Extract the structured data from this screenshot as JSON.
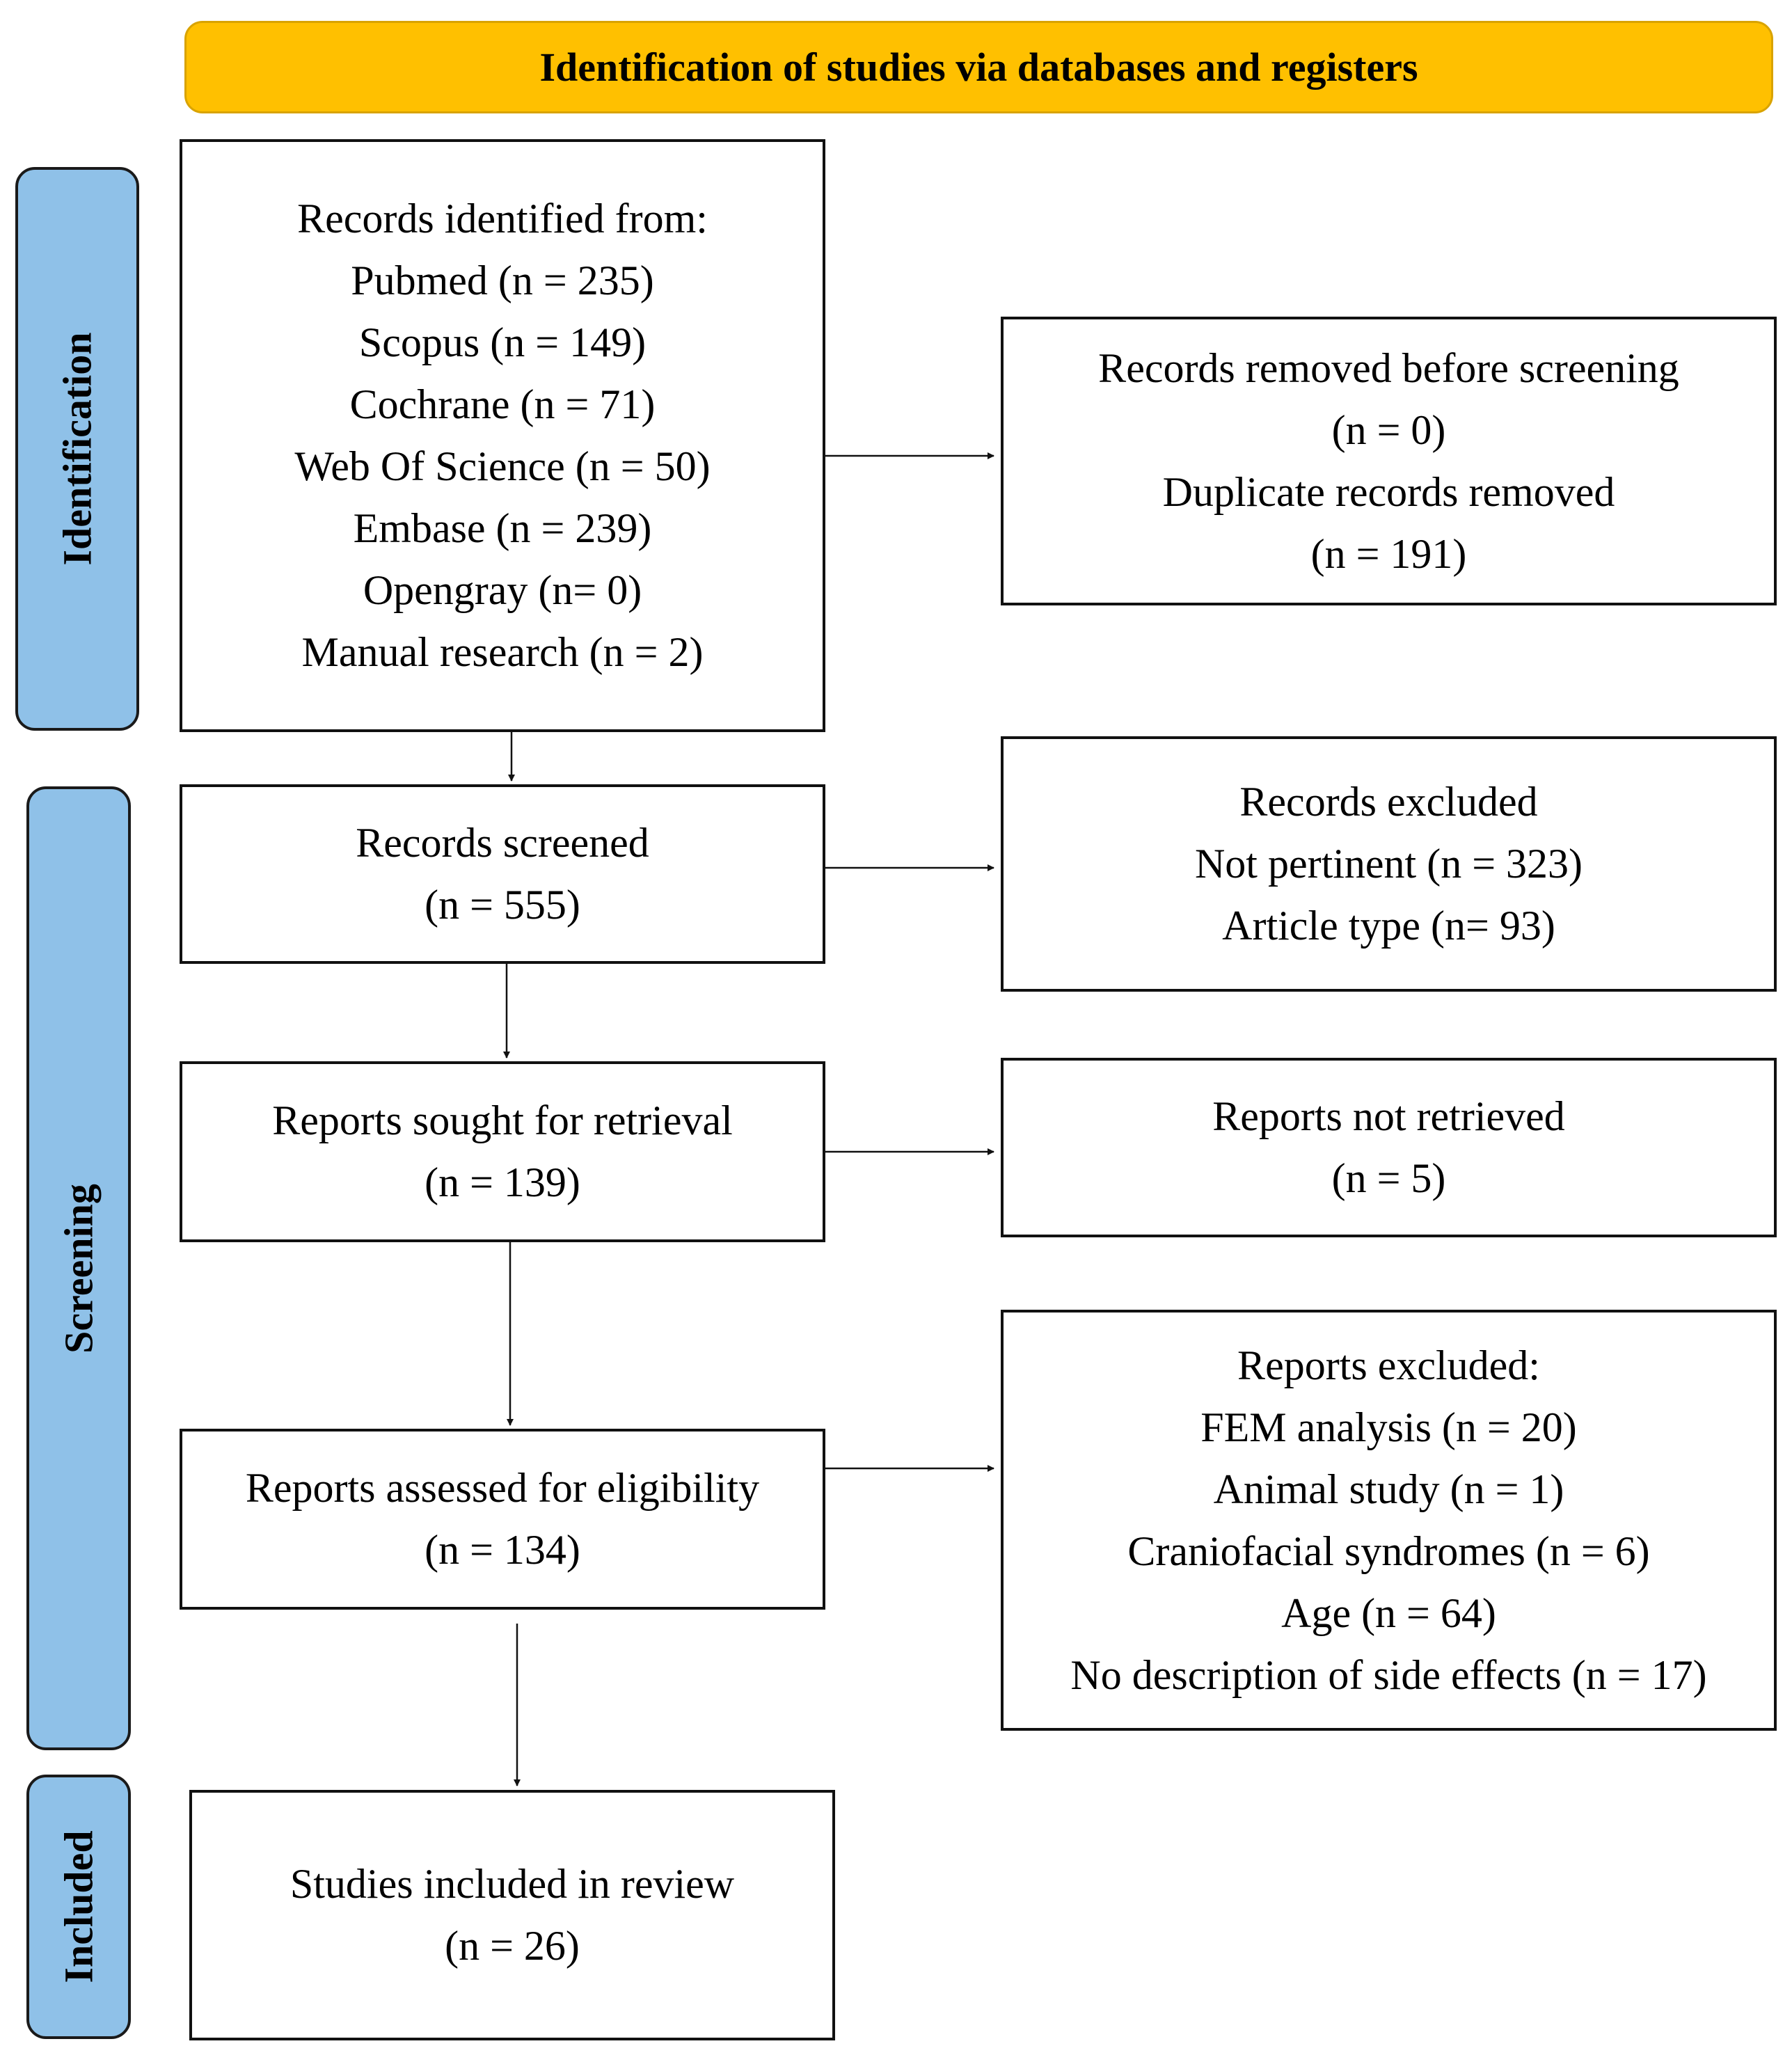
{
  "header": {
    "title": "Identification of studies via databases and registers"
  },
  "phases": {
    "identification": "Identification",
    "screening": "Screening",
    "included": "Included"
  },
  "boxes": {
    "records_identified": {
      "lines": [
        "Records identified from:",
        "Pubmed (n = 235)",
        "Scopus (n = 149)",
        "Cochrane (n = 71)",
        "Web Of Science (n = 50)",
        "Embase (n = 239)",
        "Opengray (n= 0)",
        "Manual research (n = 2)"
      ]
    },
    "records_removed": {
      "lines": [
        "Records removed before screening",
        "(n = 0)",
        "Duplicate records removed",
        "(n = 191)"
      ]
    },
    "records_screened": {
      "lines": [
        "Records screened",
        "(n = 555)"
      ]
    },
    "records_excluded": {
      "lines": [
        "Records excluded",
        "Not pertinent (n = 323)",
        "Article type (n= 93)"
      ]
    },
    "reports_sought": {
      "lines": [
        "Reports sought for retrieval",
        "(n = 139)"
      ]
    },
    "reports_not_retrieved": {
      "lines": [
        "Reports not retrieved",
        "(n = 5)"
      ]
    },
    "reports_assessed": {
      "lines": [
        "Reports assessed for eligibility",
        "(n = 134)"
      ]
    },
    "reports_excluded": {
      "lines": [
        "Reports excluded:",
        "FEM analysis (n = 20)",
        "Animal study (n = 1)",
        "Craniofacial syndromes (n = 6)",
        "Age (n = 64)",
        "No description of side effects (n = 17)"
      ]
    },
    "studies_included": {
      "lines": [
        "Studies included in review",
        "(n = 26)"
      ]
    }
  }
}
